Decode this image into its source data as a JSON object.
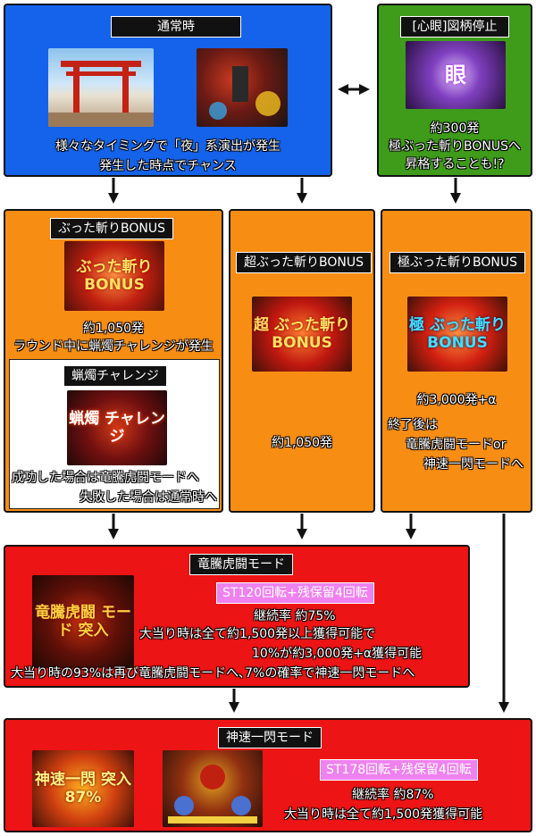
{
  "normal": {
    "title": "通常時",
    "line1": "様々なタイミングで「夜」系演出が発生",
    "line2": "発生した時点でチャンス"
  },
  "shingan": {
    "title": "[心眼]図柄停止",
    "line1": "約300発",
    "line2": "極ぶった斬りBONUSへ",
    "line3": "昇格することも!?"
  },
  "buttagiri": {
    "title": "ぶった斬りBONUS",
    "logo": "ぶった斬り BONUS",
    "line1": "約1,050発",
    "line2": "ラウンド中に蝋燭チャレンジが発生"
  },
  "rousoku": {
    "title": "蝋燭チャレンジ",
    "logo": "蝋燭 チャレンジ",
    "line1": "成功した場合は竜騰虎闘モードへ",
    "line2": "失敗した場合は通常時へ"
  },
  "cho": {
    "title": "超ぶった斬りBONUS",
    "logo": "超 ぶった斬り BONUS",
    "line1": "約1,050発"
  },
  "goku": {
    "title": "極ぶった斬りBONUS",
    "logo": "極 ぶった斬り BONUS",
    "line1": "約3,000発+α",
    "line2": "終了後は",
    "line3": "竜騰虎闘モードor",
    "line4": "神速一閃モードへ"
  },
  "ryuto": {
    "title": "竜騰虎闘モード",
    "logo": "竜騰虎闘 モード 突入",
    "badge": "ST120回転+残保留4回転",
    "line1": "継続率 約75%",
    "line2": "大当り時は全て約1,500発以上獲得可能で",
    "line3": "10%が約3,000発+α獲得可能",
    "line4": "大当り時の93%は再び竜騰虎闘モードへ､7%の確率で神速一閃モードへ"
  },
  "shinsoku": {
    "title": "神速一閃モード",
    "logo": "神速一閃 突入 87%",
    "badge": "ST178回転+残保留4回転",
    "line1": "継続率 約87%",
    "line2": "大当り時は全て約1,500発獲得可能"
  },
  "colors": {
    "blue": "#1463ea",
    "green": "#3f9c1a",
    "orange": "#f88d14",
    "red": "#ec1414",
    "badge": "#ee82ee"
  }
}
